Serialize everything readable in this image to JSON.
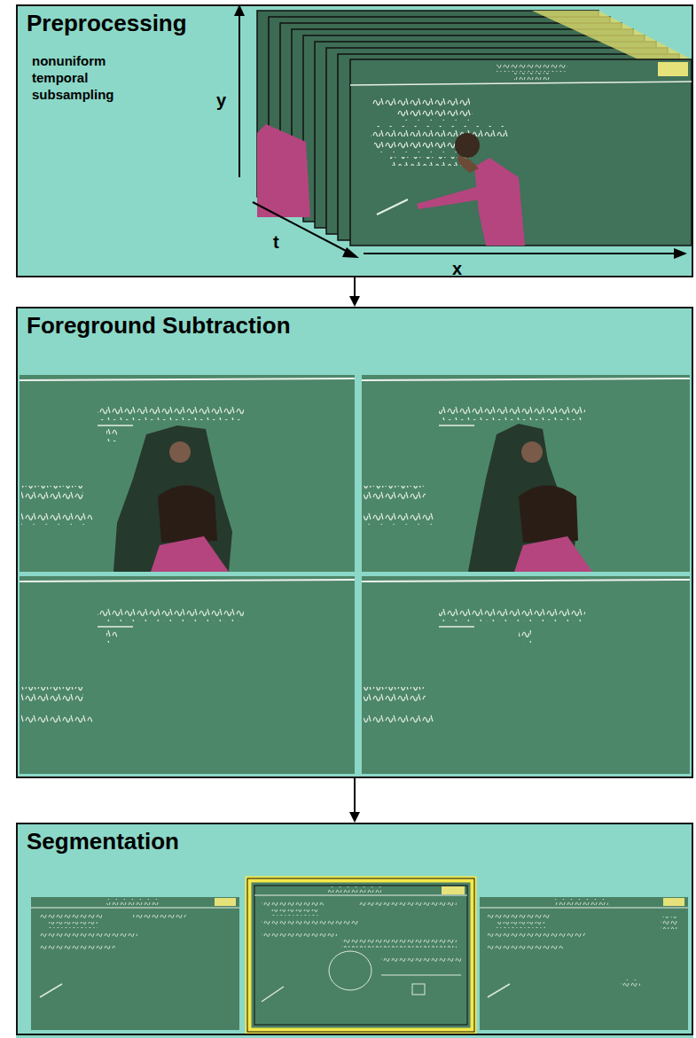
{
  "diagram": {
    "nodes": [
      {
        "text": [
          "Preprocessing",
          "nonuniform temporal subsampling"
        ]
      },
      {
        "text": [
          "Foreground Subtraction"
        ]
      },
      {
        "text": [
          "Segmentation"
        ]
      }
    ],
    "edges": [
      {
        "from": 0,
        "to": 1,
        "arrow": "to"
      },
      {
        "from": 1,
        "to": 2,
        "arrow": "to"
      }
    ],
    "labels": [
      "y",
      "t",
      "x"
    ]
  }
}
